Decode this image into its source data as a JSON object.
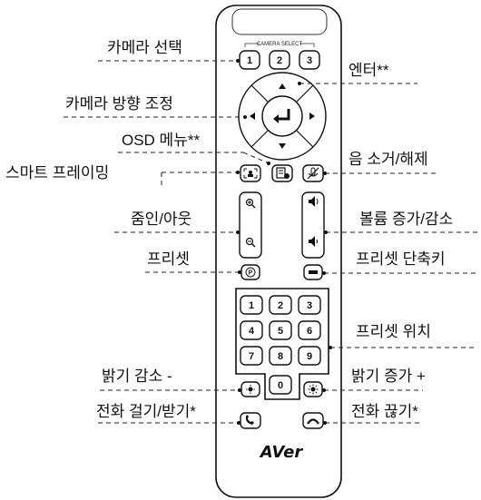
{
  "labels": {
    "camera_select": "카메라 선택",
    "camera_direction": "카메라 방향 조정",
    "osd_menu": "OSD 메뉴**",
    "smart_framing": "스마트 프레이밍",
    "zoom_in_out": "줌인/아웃",
    "preset": "프리셋",
    "brightness_down": "밝기 감소 -",
    "call_answer": "전화 걸기/받기*",
    "enter": "엔터**",
    "mute_unmute": "음 소거/해제",
    "volume_up_down": "볼륨 증가/감소",
    "preset_shortcut": "프리셋 단축키",
    "preset_position": "프리셋 위치",
    "brightness_up": "밝기 증가 +",
    "call_end": "전화 끊기*"
  },
  "remote": {
    "camera_select_caption": "CAMERA SELECT",
    "camera_buttons": [
      "1",
      "2",
      "3"
    ],
    "keypad": [
      "1",
      "2",
      "3",
      "4",
      "5",
      "6",
      "7",
      "8",
      "9",
      "0"
    ],
    "brand_logo": "AVer",
    "icons": {
      "enter": "enter-return-icon",
      "osd": "menu-icon",
      "smart_framing": "smart-frame-icon",
      "mute": "mic-mute-icon",
      "zoom_in": "zoom-in-icon",
      "zoom_out": "zoom-out-icon",
      "volume_up": "speaker-up-icon",
      "volume_down": "speaker-down-icon",
      "preset": "preset-p-icon",
      "preset_shortcut": "shortcut-bar-icon",
      "brightness_down": "brightness-down-icon",
      "brightness_up": "brightness-up-icon",
      "call_answer": "phone-answer-icon",
      "call_end": "phone-hangup-icon"
    }
  }
}
